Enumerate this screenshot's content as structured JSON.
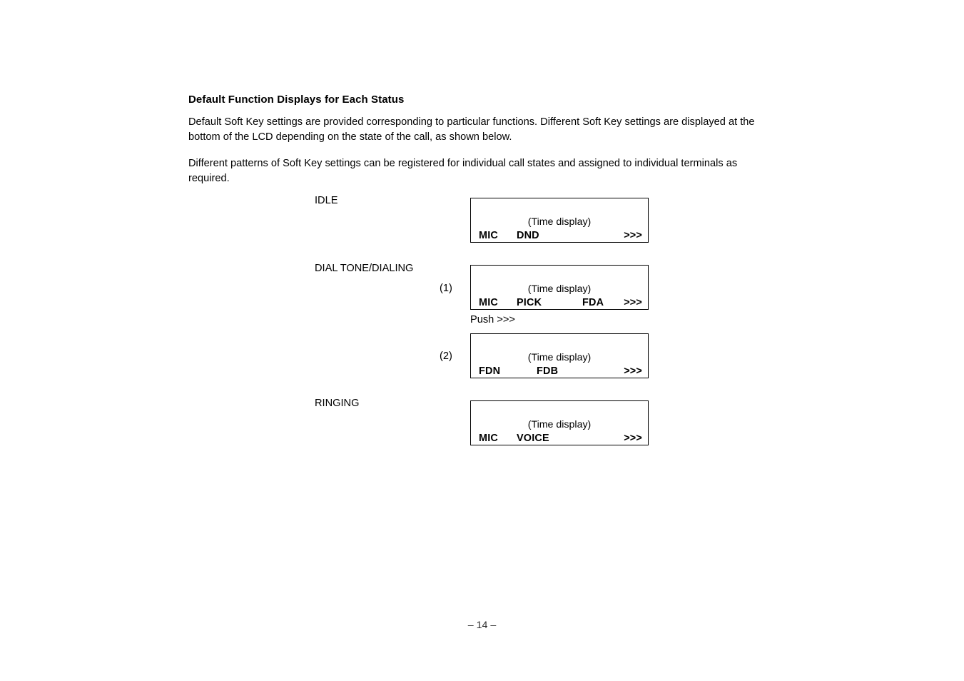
{
  "document": {
    "heading": "Default Function Displays for Each Status",
    "paragraphs": [
      "Default Soft Key settings are provided corresponding to particular functions. Different Soft Key settings are displayed at the bottom of the LCD depending on the state of the call, as shown below.",
      "Different patterns of Soft Key settings can be registered for individual call states and assigned to individual terminals as required."
    ],
    "footer": "– 14 –"
  },
  "diagram": {
    "time_display_text": "(Time display)",
    "push_note": "Push >>>",
    "states": [
      {
        "status": "IDLE",
        "index": "",
        "time_display": "(Time display)",
        "softkeys": [
          "MIC",
          "DND",
          ">>>"
        ]
      },
      {
        "status": "DIAL TONE/DIALING",
        "index": "(1)",
        "time_display": "(Time display)",
        "softkeys": [
          "MIC",
          "PICK",
          "FDA",
          ">>>"
        ],
        "note": "Push >>>"
      },
      {
        "status": "",
        "index": "(2)",
        "time_display": "(Time display)",
        "softkeys": [
          "FDN",
          "FDB",
          ">>>"
        ]
      },
      {
        "status": "RINGING",
        "index": "",
        "time_display": "(Time display)",
        "softkeys": [
          "MIC",
          "VOICE",
          ">>>"
        ]
      }
    ]
  }
}
